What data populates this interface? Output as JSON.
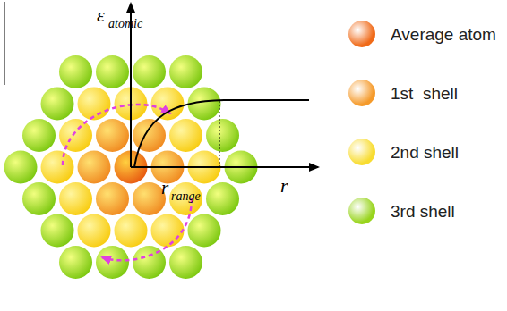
{
  "diagram": {
    "labels": [
      "ε",
      "atomic",
      "r",
      "range",
      "r"
    ],
    "legend": [
      {
        "text": "Average atom",
        "color": "#f06a18"
      },
      {
        "text": "1st  shell",
        "color": "#f59a2a"
      },
      {
        "text": "2nd shell",
        "color": "#f8dc30"
      },
      {
        "text": "3rd shell",
        "color": "#98d41c"
      }
    ]
  }
}
